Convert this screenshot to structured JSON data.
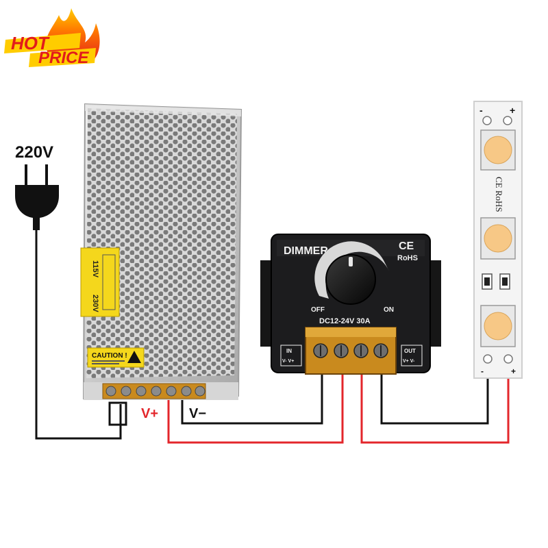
{
  "badge": {
    "line1": "HOT",
    "line2": "PRICE"
  },
  "mains": {
    "voltage_label": "220V"
  },
  "power_supply": {
    "caution_label": "CAUTION !",
    "side_label_a": "115V",
    "side_label_b": "230V",
    "v_plus_label": "V+",
    "v_minus_label": "V−"
  },
  "dimmer": {
    "title": "DIMMER",
    "ce_mark": "CE",
    "rohs_mark": "RoHS",
    "off_label": "OFF",
    "on_label": "ON",
    "rating": "DC12-24V  30A",
    "in_label": "IN",
    "in_terminals": "V- V+",
    "out_label": "OUT",
    "out_terminals": "V+ V-"
  },
  "led_strip": {
    "minus_label": "-",
    "plus_label": "+",
    "cert_label": "CE RoHS",
    "bottom_minus_label": "-",
    "bottom_plus_label": "+"
  },
  "colors": {
    "wire_black": "#111111",
    "wire_red": "#e3262b",
    "badge_red": "#e21b1b",
    "badge_yellow": "#ffcc00",
    "dimmer_body": "#1c1c1e",
    "terminal_orange": "#c98a1e",
    "led_warm": "#f7c886"
  }
}
